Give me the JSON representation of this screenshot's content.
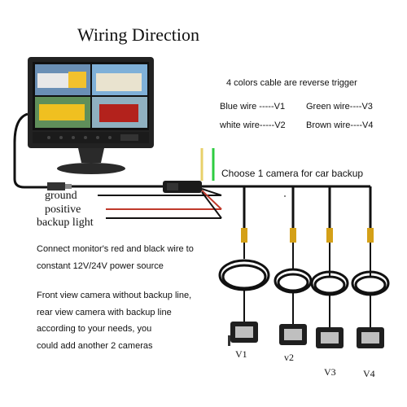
{
  "title": "Wiring Direction",
  "trigger_note": "4 colors cable are reverse trigger",
  "wire_map": {
    "blue": "Blue wire -----V1",
    "green": "Green wire----V3",
    "white": "white wire-----V2",
    "brown": "Brown wire----V4"
  },
  "choose_text": "Choose 1 camera for car backup",
  "power_wires": [
    "ground",
    "positive",
    "backup light"
  ],
  "power_note": [
    "Connect monitor's red and black wire to",
    "constant 12V/24V power source"
  ],
  "front_note": [
    "Front view camera without backup line,",
    "rear view camera with backup line",
    "according to your needs, you",
    "could add another 2 cameras"
  ],
  "cameras": [
    "V1",
    "v2",
    "V3",
    "V4"
  ],
  "colors": {
    "screen": "#1a1a1a",
    "wire_red": "#c0392b",
    "wire_green": "#2ecc40",
    "wire_yellow": "#e8d06a",
    "connector": "#d4a017"
  }
}
